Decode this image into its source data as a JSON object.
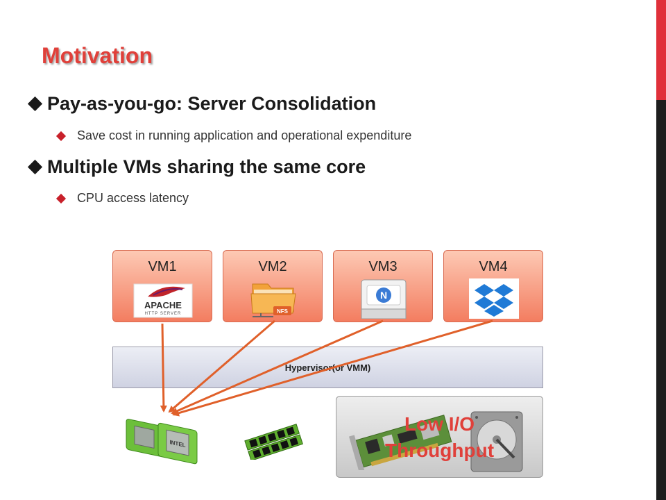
{
  "title": "Motivation",
  "bullets": [
    {
      "text": "Pay-as-you-go: Server Consolidation",
      "sub": "Save cost in running application and operational expenditure"
    },
    {
      "text": "Multiple VMs sharing the same core",
      "sub": "CPU access latency"
    }
  ],
  "vms": [
    {
      "label": "VM1",
      "icon": "apache-logo-icon",
      "icon_text": "APACHE",
      "icon_subtext": "HTTP SERVER"
    },
    {
      "label": "VM2",
      "icon": "nfs-folder-icon",
      "icon_text": "NFS"
    },
    {
      "label": "VM3",
      "icon": "storage-drive-icon",
      "icon_text": "N"
    },
    {
      "label": "VM4",
      "icon": "dropbox-icon"
    }
  ],
  "hypervisor": {
    "label": "Hypervisor(or VMM)"
  },
  "hardware": {
    "cpu_icon": "cpu-chips-icon",
    "cpu_chip_label": "INTEL",
    "memory_icon": "memory-modules-icon",
    "io_icons": [
      "io-card-icon",
      "hard-disk-icon"
    ]
  },
  "io_callout": {
    "line1": "Low I/O",
    "line2": "Throughput"
  },
  "colors": {
    "accent": "#e0403a",
    "vm_fill": "#f37d60",
    "arrow": "#e0602a",
    "side_bar": "#1e1e1e",
    "side_accent": "#e0303a"
  }
}
